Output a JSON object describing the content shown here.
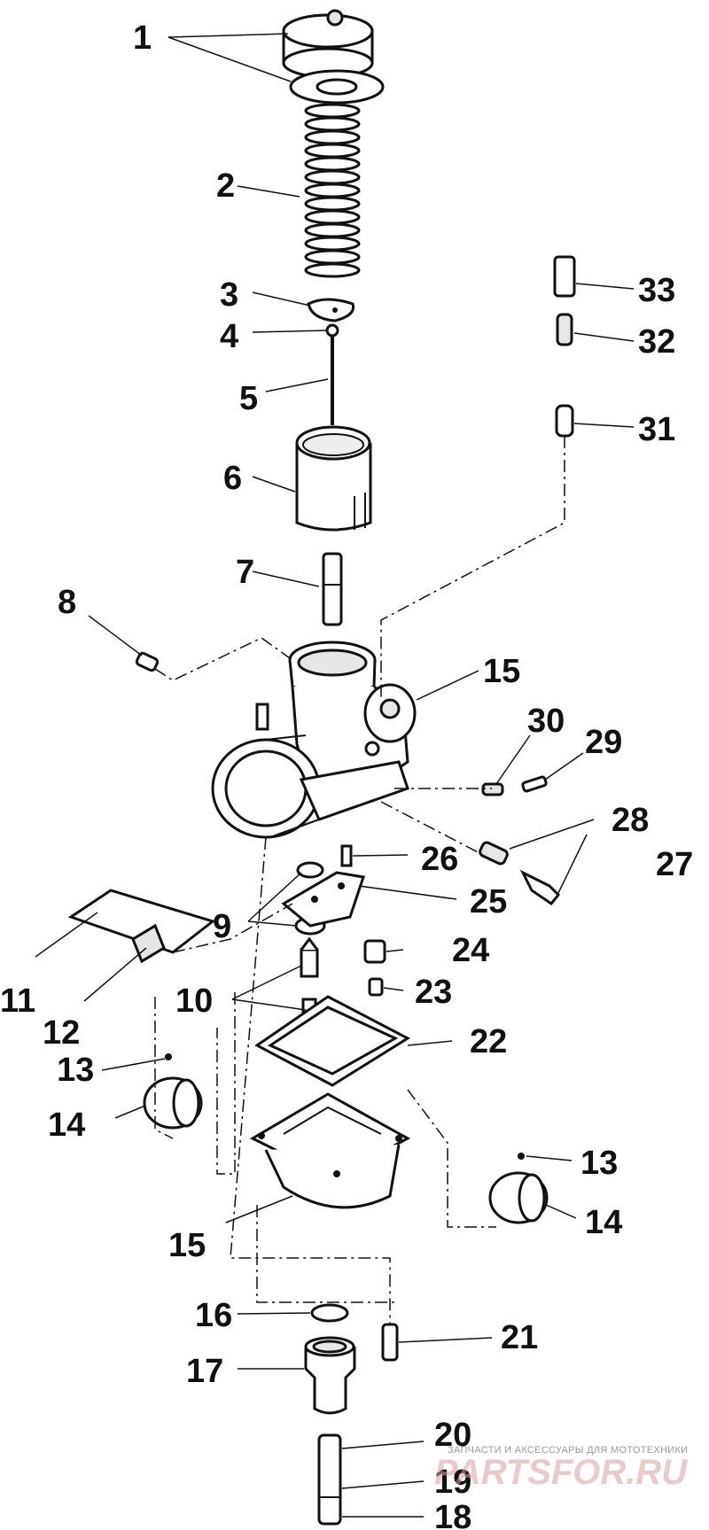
{
  "diagram": {
    "callouts": {
      "c1": "1",
      "c2": "2",
      "c3": "3",
      "c4": "4",
      "c5": "5",
      "c6": "6",
      "c7": "7",
      "c8": "8",
      "c9": "9",
      "c10": "10",
      "c11": "11",
      "c12": "12",
      "c13a": "13",
      "c13b": "13",
      "c14a": "14",
      "c14b": "14",
      "c15a": "15",
      "c15b": "15",
      "c16": "16",
      "c17": "17",
      "c18": "18",
      "c19": "19",
      "c20": "20",
      "c21": "21",
      "c22": "22",
      "c23": "23",
      "c24": "24",
      "c25": "25",
      "c26": "26",
      "c27": "27",
      "c28": "28",
      "c29": "29",
      "c30": "30",
      "c31": "31",
      "c32": "32",
      "c33": "33"
    }
  },
  "watermark": {
    "tagline": "ЗАПЧАСТИ И АКСЕССУАРЫ ДЛЯ МОТОТЕХНИКИ",
    "logo": "PARTSFOR.RU"
  }
}
